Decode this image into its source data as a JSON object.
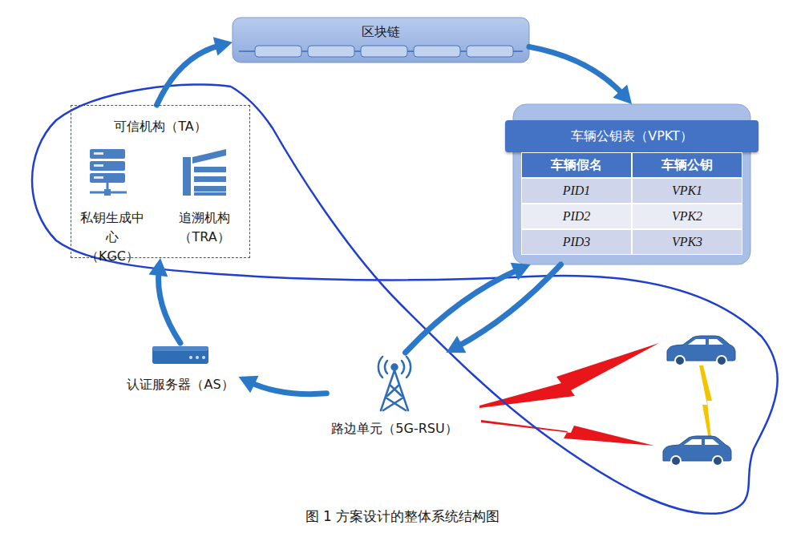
{
  "diagram": {
    "caption": "图 1 方案设计的整体系统结构图",
    "nodes": [
      {
        "text": [
          "区块链"
        ]
      },
      {
        "text": [
          "可信机构（TA）"
        ]
      },
      {
        "text": [
          "私钥生成中心（KGC）"
        ],
        "in": 1
      },
      {
        "text": [
          "追溯机构（TRA）"
        ],
        "in": 1
      },
      {
        "text": [
          "车辆公钥表（VPKT）",
          "车辆假名",
          "车辆公钥",
          "PID1",
          "VPK1",
          "PID2",
          "VPK2",
          "PID3",
          "VPK3"
        ]
      },
      {
        "text": [
          "路边单元（5G-RSU）"
        ]
      },
      {
        "text": [
          "认证服务器（AS）"
        ]
      }
    ],
    "edges": [
      {
        "from": 1,
        "to": 0,
        "arrow": "to"
      },
      {
        "from": 0,
        "to": 4,
        "arrow": "to"
      },
      {
        "from": 5,
        "to": 4,
        "arrow": "to"
      },
      {
        "from": 4,
        "to": 5,
        "arrow": "to"
      },
      {
        "from": 5,
        "to": 6,
        "arrow": "to"
      },
      {
        "from": 6,
        "to": 1,
        "arrow": "to"
      }
    ]
  }
}
